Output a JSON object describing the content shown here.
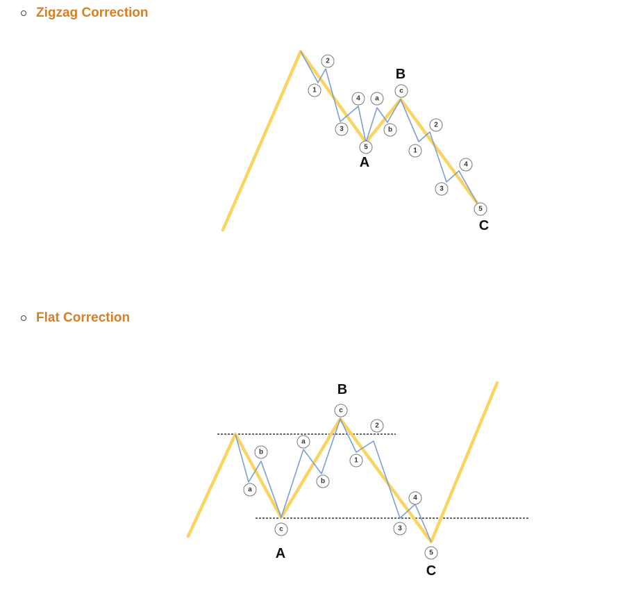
{
  "sections": [
    {
      "title": "Zigzag Correction",
      "bullet_icon": "hollow-circle-bullet",
      "accent_color": "#d67f24"
    },
    {
      "title": "Flat Correction",
      "bullet_icon": "hollow-circle-bullet",
      "accent_color": "#d67f24"
    }
  ],
  "zigzag": {
    "big_labels": {
      "a": "A",
      "b": "B",
      "c": "C"
    },
    "markers": {
      "a1": "1",
      "a2": "2",
      "a3": "3",
      "a4": "4",
      "a5": "5",
      "ba": "a",
      "bb": "b",
      "bc": "c",
      "c1": "1",
      "c2": "2",
      "c3": "3",
      "c4": "4",
      "c5": "5"
    }
  },
  "flat": {
    "big_labels": {
      "a": "A",
      "b": "B",
      "c": "C"
    },
    "markers": {
      "aa": "a",
      "ab": "b",
      "ac": "c",
      "ba": "a",
      "bb": "b",
      "bc": "c",
      "c1": "1",
      "c2": "2",
      "c3": "3",
      "c4": "4",
      "c5": "5"
    }
  },
  "colors": {
    "trend_line": "#fbd35f",
    "wave_line": "#7a9ed6",
    "dashed_line": "#333333"
  }
}
